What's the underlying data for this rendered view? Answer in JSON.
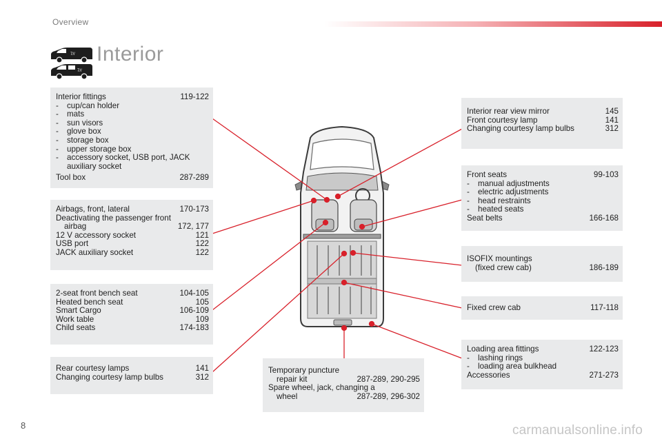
{
  "header": {
    "section_label": "Overview"
  },
  "page": {
    "title": "Interior",
    "number": "8"
  },
  "colors": {
    "accent": "#d8202a",
    "panel_bg": "#e9eaeb",
    "callout_line": "#d8202a"
  },
  "icons": {
    "van_icon_top": "van-panel-icon",
    "van_icon_bottom": "van-crew-cab-icon"
  },
  "panels": {
    "interior_fittings": {
      "title": "Interior fittings",
      "title_pages": "119-122",
      "items": [
        "cup/can holder",
        "mats",
        "sun visors",
        "glove box",
        "storage box",
        "upper storage box",
        "accessory socket, USB port, JACK"
      ],
      "item_cont": "auxiliary socket",
      "tool_box": "Tool box",
      "tool_box_pages": "287-289"
    },
    "airbags": {
      "row1": "Airbags, front, lateral",
      "row1_pages": "170-173",
      "row2": "Deactivating the passenger front",
      "row2_cont": "airbag",
      "row2_pages": "172, 177",
      "row3": "12 V accessory socket",
      "row3_pages": "121",
      "row4": "USB port",
      "row4_pages": "122",
      "row5": "JACK auxiliary socket",
      "row5_pages": "122"
    },
    "bench": {
      "row1": "2-seat front bench seat",
      "row1_pages": "104-105",
      "row2": "Heated bench seat",
      "row2_pages": "105",
      "row3": "Smart Cargo",
      "row3_pages": "106-109",
      "row4": "Work table",
      "row4_pages": "109",
      "row5": "Child seats",
      "row5_pages": "174-183"
    },
    "rear_lamps": {
      "row1": "Rear courtesy lamps",
      "row1_pages": "141",
      "row2": "Changing courtesy lamp bulbs",
      "row2_pages": "312"
    },
    "mirror": {
      "row1": "Interior rear view mirror",
      "row1_pages": "145",
      "row2": "Front courtesy lamp",
      "row2_pages": "141",
      "row3": "Changing courtesy lamp bulbs",
      "row3_pages": "312"
    },
    "front_seats": {
      "title": "Front seats",
      "title_pages": "99-103",
      "items": [
        "manual adjustments",
        "electric adjustments",
        "head restraints",
        "heated seats"
      ],
      "belts": "Seat belts",
      "belts_pages": "166-168"
    },
    "isofix": {
      "title": "ISOFIX mountings",
      "title_cont": "(fixed crew cab)",
      "pages": "186-189"
    },
    "crew_cab": {
      "title": "Fixed crew cab",
      "pages": "117-118"
    },
    "loading": {
      "title": "Loading area fittings",
      "title_pages": "122-123",
      "items": [
        "lashing rings",
        "loading area bulkhead"
      ],
      "acc": "Accessories",
      "acc_pages": "271-273"
    },
    "puncture": {
      "row1": "Temporary puncture",
      "row1_cont": "repair kit",
      "row1_pages": "287-289, 290-295",
      "row2": "Spare wheel, jack, changing a",
      "row2_cont": "wheel",
      "row2_pages": "287-289, 296-302"
    }
  },
  "footer": {
    "watermark": "carmanualsonline.info"
  }
}
